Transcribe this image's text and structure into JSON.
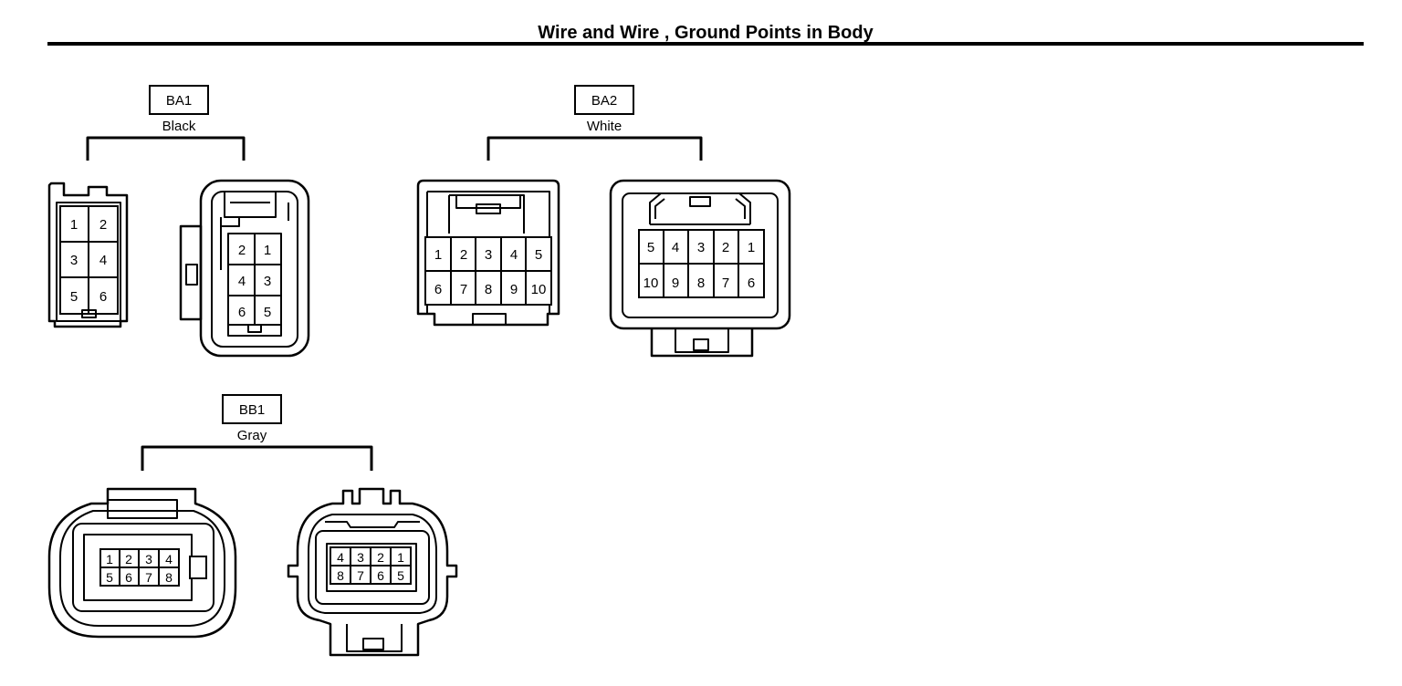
{
  "title": "Wire and Wire , Ground Points in Body",
  "connectors": {
    "ba1": {
      "code": "BA1",
      "color": "Black",
      "left_pins": [
        "1",
        "2",
        "3",
        "4",
        "5",
        "6"
      ],
      "right_pins": [
        "2",
        "1",
        "4",
        "3",
        "6",
        "5"
      ]
    },
    "ba2": {
      "code": "BA2",
      "color": "White",
      "left_pins": [
        "1",
        "2",
        "3",
        "4",
        "5",
        "6",
        "7",
        "8",
        "9",
        "10"
      ],
      "right_pins": [
        "5",
        "4",
        "3",
        "2",
        "1",
        "10",
        "9",
        "8",
        "7",
        "6"
      ]
    },
    "bb1": {
      "code": "BB1",
      "color": "Gray",
      "left_pins": [
        "1",
        "2",
        "3",
        "4",
        "5",
        "6",
        "7",
        "8"
      ],
      "right_pins": [
        "4",
        "3",
        "2",
        "1",
        "8",
        "7",
        "6",
        "5"
      ]
    }
  }
}
